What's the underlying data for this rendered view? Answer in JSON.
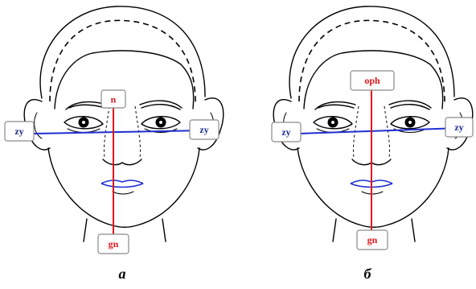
{
  "figure": {
    "panels": [
      {
        "id": "a",
        "caption": "а",
        "landmarks": {
          "top": "n",
          "bottom": "gn",
          "left": "zy",
          "right": "zy"
        }
      },
      {
        "id": "b",
        "caption": "б",
        "landmarks": {
          "top": "oph",
          "bottom": "gn",
          "left": "zy",
          "right": "zy"
        }
      }
    ],
    "colors": {
      "vertical_line": "#e8141b",
      "horizontal_line": "#1f2fd0",
      "label_red": "#e0141b",
      "label_blue": "#1e2f8c",
      "lips": "#1f2fd0",
      "outline": "#000000"
    }
  }
}
